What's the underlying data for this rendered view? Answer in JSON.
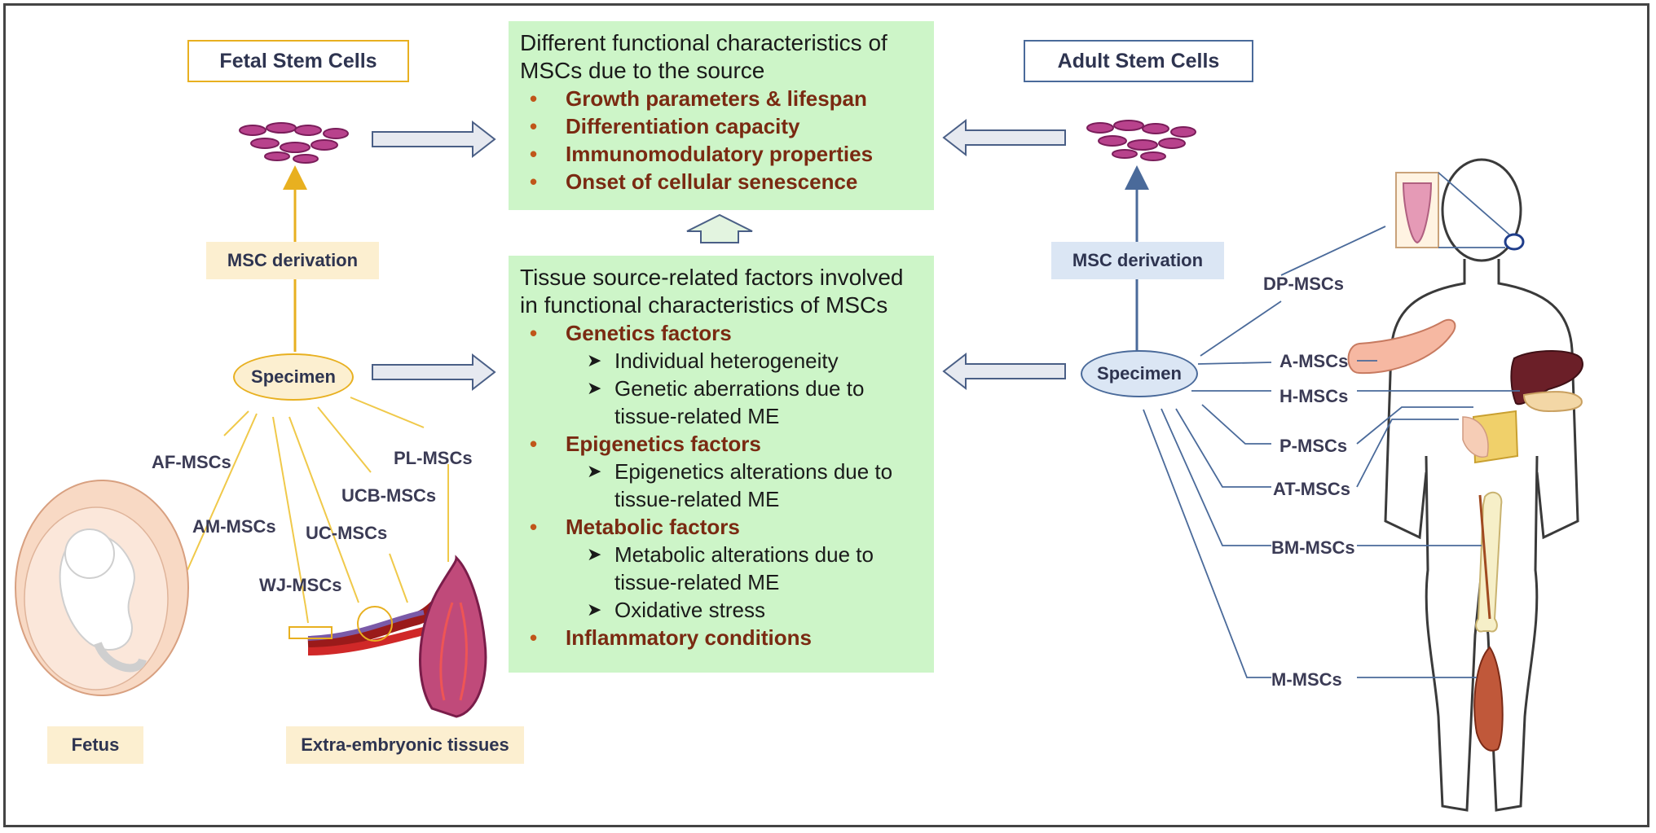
{
  "fetal": {
    "title": "Fetal Stem Cells",
    "derivation": "MSC derivation",
    "specimen": "Specimen",
    "sources": [
      "AF-MSCs",
      "AM-MSCs",
      "WJ-MSCs",
      "UC-MSCs",
      "UCB-MSCs",
      "PL-MSCs"
    ],
    "fetus_label": "Fetus",
    "extra_label": "Extra-embryonic tissues"
  },
  "adult": {
    "title": "Adult Stem Cells",
    "derivation": "MSC derivation",
    "specimen": "Specimen",
    "sources": [
      "DP-MSCs",
      "A-MSCs",
      "H-MSCs",
      "P-MSCs",
      "AT-MSCs",
      "BM-MSCs",
      "M-MSCs"
    ]
  },
  "top_panel": {
    "heading": "Different functional characteristics of MSCs due to the source",
    "items": [
      "Growth parameters & lifespan",
      "Differentiation capacity",
      "Immunomodulatory properties",
      "Onset of cellular senescence"
    ]
  },
  "bottom_panel": {
    "heading": "Tissue source-related factors involved in functional characteristics of MSCs",
    "groups": [
      {
        "title": "Genetics factors",
        "items": [
          "Individual heterogeneity",
          "Genetic aberrations due to tissue-related ME"
        ]
      },
      {
        "title": "Epigenetics factors",
        "items": [
          "Epigenetics alterations due to tissue-related ME"
        ]
      },
      {
        "title": "Metabolic factors",
        "items": [
          "Metabolic alterations due to tissue-related ME",
          "Oxidative stress"
        ]
      },
      {
        "title": "Inflammatory conditions",
        "items": []
      }
    ]
  },
  "colors": {
    "panel_green": "#cdf5c8",
    "fetal_accent": "#e8b020",
    "fetal_fill": "#fcefd0",
    "adult_accent": "#4a6a9a",
    "adult_fill": "#dbe6f4",
    "factor_title": "#7a2a12"
  }
}
